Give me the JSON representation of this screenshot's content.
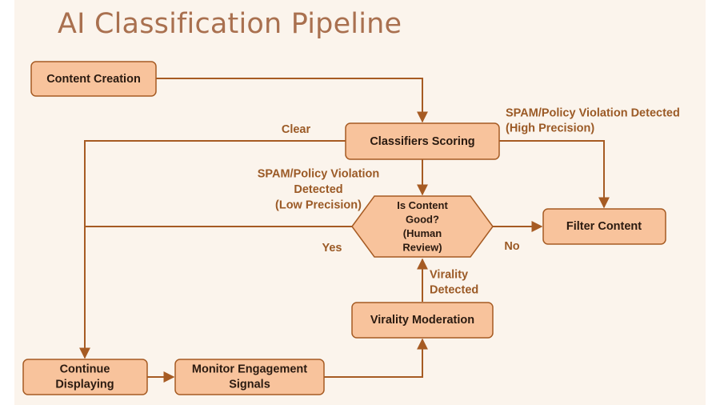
{
  "title": "AI Classification Pipeline",
  "colors": {
    "node_fill": "#f8c39c",
    "node_stroke": "#a65b23",
    "edge": "#a65b23",
    "label_text": "#9b5a26",
    "title_text": "#a9704f",
    "background": "#fbf4ec"
  },
  "nodes": {
    "content_creation": [
      "Content Creation"
    ],
    "classifiers_scoring": [
      "Classifiers Scoring"
    ],
    "decision": [
      "Is Content",
      "Good?",
      "(Human",
      "Review)"
    ],
    "filter_content": [
      "Filter Content"
    ],
    "virality_moderation": [
      "Virality Moderation"
    ],
    "continue_displaying": [
      "Continue",
      "Displaying"
    ],
    "monitor_engagement": [
      "Monitor Engagement",
      "Signals"
    ]
  },
  "edge_labels": {
    "clear": [
      "Clear"
    ],
    "high_precision": [
      "SPAM/Policy Violation Detected",
      "(High Precision)"
    ],
    "low_precision": [
      "SPAM/Policy Violation",
      "Detected",
      "(Low Precision)"
    ],
    "yes": [
      "Yes"
    ],
    "no": [
      "No"
    ],
    "virality_detected": [
      "Virality",
      "Detected"
    ]
  }
}
